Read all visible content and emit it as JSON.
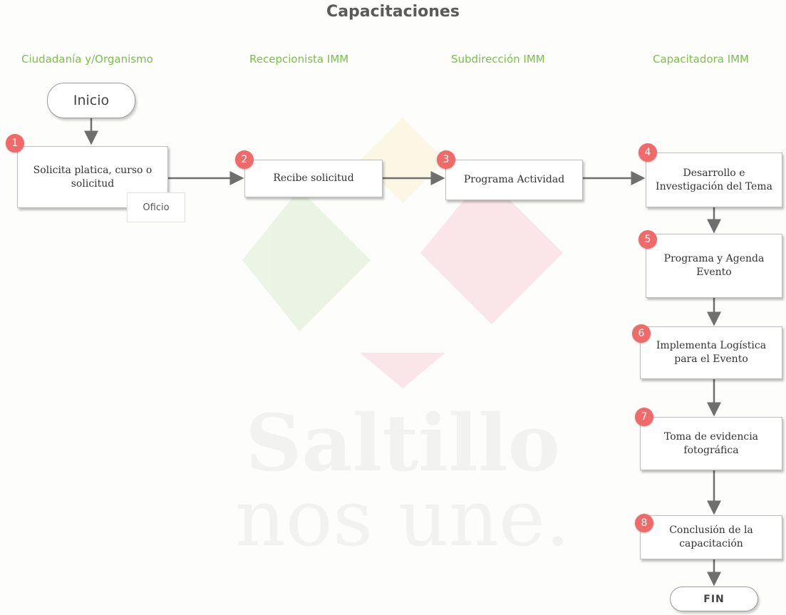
{
  "title": "Capacitaciones",
  "lanes": [
    "Ciudadanía y/Organismo",
    "Recepcionista IMM",
    "Subdirección IMM",
    "Capacitadora IMM"
  ],
  "start": "Inicio",
  "end": "FIN",
  "steps": [
    {
      "number": "1",
      "text": "Solicita platica, curso o solicitud"
    },
    {
      "number": "2",
      "text": "Recibe solicitud"
    },
    {
      "number": "3",
      "text": "Programa Actividad"
    },
    {
      "number": "4",
      "text": "Desarrollo e Investigación del Tema"
    },
    {
      "number": "5",
      "text": "Programa y Agenda Evento"
    },
    {
      "number": "6",
      "text": "Implementa Logística para el Evento"
    },
    {
      "number": "7",
      "text": "Toma de evidencia fotográfica"
    },
    {
      "number": "8",
      "text": "Conclusión de la capacitación"
    }
  ],
  "document": "Oficio",
  "watermark": {
    "line1": "Saltillo",
    "line2": "nos une."
  },
  "colors": {
    "lane_label": "#7ac04a",
    "badge": "#f06a6a",
    "arrow": "#6f6f6f"
  }
}
